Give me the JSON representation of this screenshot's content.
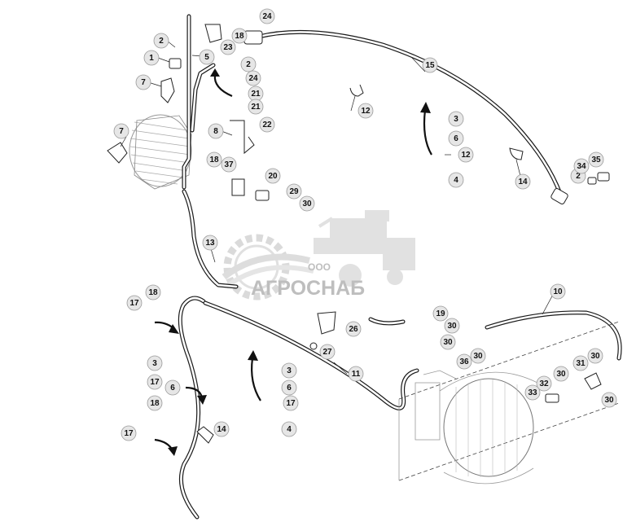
{
  "watermark": {
    "company_prefix": "ООО",
    "company_name": "АГРОСНАБ"
  },
  "callouts": {
    "c1": "1",
    "c2a": "2",
    "c2b": "2",
    "c2c": "2",
    "c3a": "3",
    "c3b": "3",
    "c3c": "3",
    "c4a": "4",
    "c4b": "4",
    "c5": "5",
    "c6a": "6",
    "c6b": "6",
    "c6c": "6",
    "c7a": "7",
    "c7b": "7",
    "c8": "8",
    "c10": "10",
    "c11": "11",
    "c12a": "12",
    "c12b": "12",
    "c13": "13",
    "c14a": "14",
    "c14b": "14",
    "c15": "15",
    "c17a": "17",
    "c17b": "17",
    "c17c": "17",
    "c17d": "17",
    "c18a": "18",
    "c18b": "18",
    "c18c": "18",
    "c18d": "18",
    "c19": "19",
    "c20": "20",
    "c21a": "21",
    "c21b": "21",
    "c22": "22",
    "c23": "23",
    "c24a": "24",
    "c24b": "24",
    "c26": "26",
    "c27": "27",
    "c29": "29",
    "c30a": "30",
    "c30b": "30",
    "c30c": "30",
    "c30d": "30",
    "c30e": "30",
    "c30f": "30",
    "c31": "31",
    "c32": "32",
    "c33": "33",
    "c34": "34",
    "c35": "35",
    "c36": "36",
    "c37": "37"
  }
}
